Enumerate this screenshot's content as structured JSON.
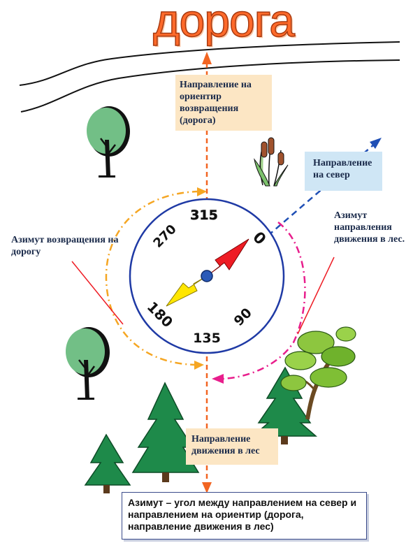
{
  "title": "дорога",
  "labels": {
    "return_direction": "Направление на ориентир возвращения (дорога)",
    "north_direction": "Направление на север",
    "forest_direction": "Направление движения в лес",
    "return_azimuth": "Азимут возвращения на дорогу",
    "forest_azimuth": "Азимут направления движения в лес."
  },
  "definition": "Азимут – угол между направлением на север и направлением на ориентир (дорога, направление движения в лес)",
  "compass": {
    "scale_labels": [
      "0",
      "90",
      "135",
      "180",
      "270",
      "315"
    ]
  },
  "colors": {
    "title": "#ff6a2a",
    "return_path": "#f26522",
    "north_arrow": "#1f4fb5",
    "forest_arc": "#e81e8c",
    "return_arc": "#f5a623",
    "needle_north": "#ee1c24",
    "needle_south": "#ffe600",
    "compass_ring": "#1f3aa5"
  }
}
